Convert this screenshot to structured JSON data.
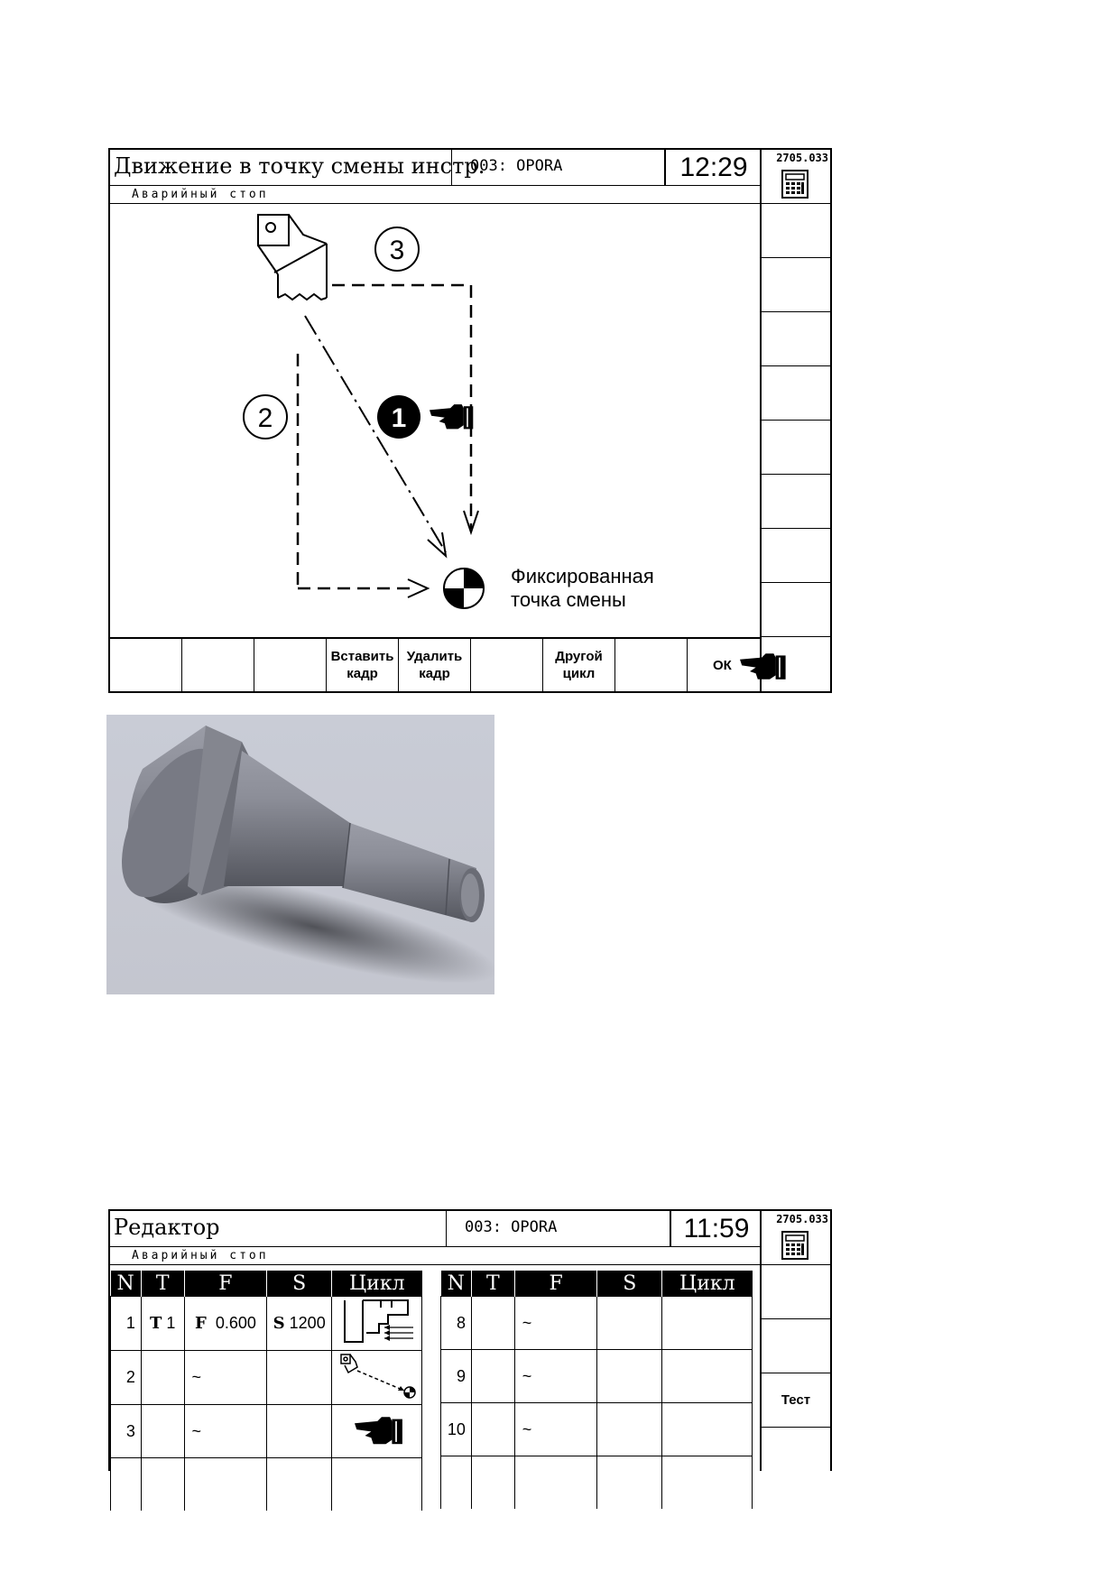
{
  "screen1": {
    "title": "Движение в точку смены инстр.",
    "program": "003: OPORA",
    "time": "12:29",
    "code": "2705.033",
    "status": "Аварийный стоп",
    "diagram": {
      "step1": "1",
      "step2": "2",
      "step3": "3",
      "label_line1": "Фиксированная",
      "label_line2": "точка смены"
    },
    "softkeys": {
      "insert_line1": "Вставить",
      "insert_line2": "кадр",
      "delete_line1": "Удалить",
      "delete_line2": "кадр",
      "other_line1": "Другой",
      "other_line2": "цикл",
      "ok": "ОК"
    }
  },
  "screen2": {
    "title": "Редактор",
    "program": "003: OPORA",
    "time": "11:59",
    "code": "2705.033",
    "status": "Аварийный стоп",
    "side_test": "Тест",
    "headers": [
      "N",
      "T",
      "F",
      "S",
      "Цикл"
    ],
    "left_rows": [
      {
        "n": "1",
        "t_prefix": "T",
        "t": "1",
        "f_prefix": "F",
        "f": "0.600",
        "s_prefix": "S",
        "s": "1200",
        "cycle": "turning-cycle-icon"
      },
      {
        "n": "2",
        "f": "~",
        "cycle": "tool-change-move-icon"
      },
      {
        "n": "3",
        "f": "~",
        "cycle": "pointing-hand-icon"
      }
    ],
    "right_rows": [
      {
        "n": "8",
        "f": "~"
      },
      {
        "n": "9",
        "f": "~"
      },
      {
        "n": "10",
        "f": "~"
      }
    ]
  }
}
